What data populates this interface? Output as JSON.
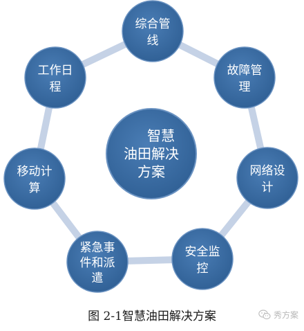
{
  "diagram": {
    "center": {
      "lines": [
        "智慧",
        "油田解决",
        "方案"
      ]
    },
    "nodes": [
      {
        "id": "integrated-pipeline",
        "lines": [
          "综合管",
          "线"
        ]
      },
      {
        "id": "fault-management",
        "lines": [
          "故障管",
          "理"
        ]
      },
      {
        "id": "network-design",
        "lines": [
          "网络设",
          "计"
        ]
      },
      {
        "id": "security-monitoring",
        "lines": [
          "安全监",
          "控"
        ]
      },
      {
        "id": "emergency-dispatch",
        "lines": [
          "紧急事",
          "件和派",
          "遣"
        ]
      },
      {
        "id": "mobile-computing",
        "lines": [
          "移动计",
          "算"
        ]
      },
      {
        "id": "work-schedule",
        "lines": [
          "工作日",
          "程"
        ]
      }
    ]
  },
  "caption": "图 2-1智慧油田解决方案",
  "watermark": {
    "text": "秀方案",
    "icon": "wechat-icon"
  },
  "colors": {
    "node_fill": "#3d6fa6",
    "node_stroke": "#6b93c2",
    "ring": "#c5d2e6",
    "text": "#ffffff"
  }
}
